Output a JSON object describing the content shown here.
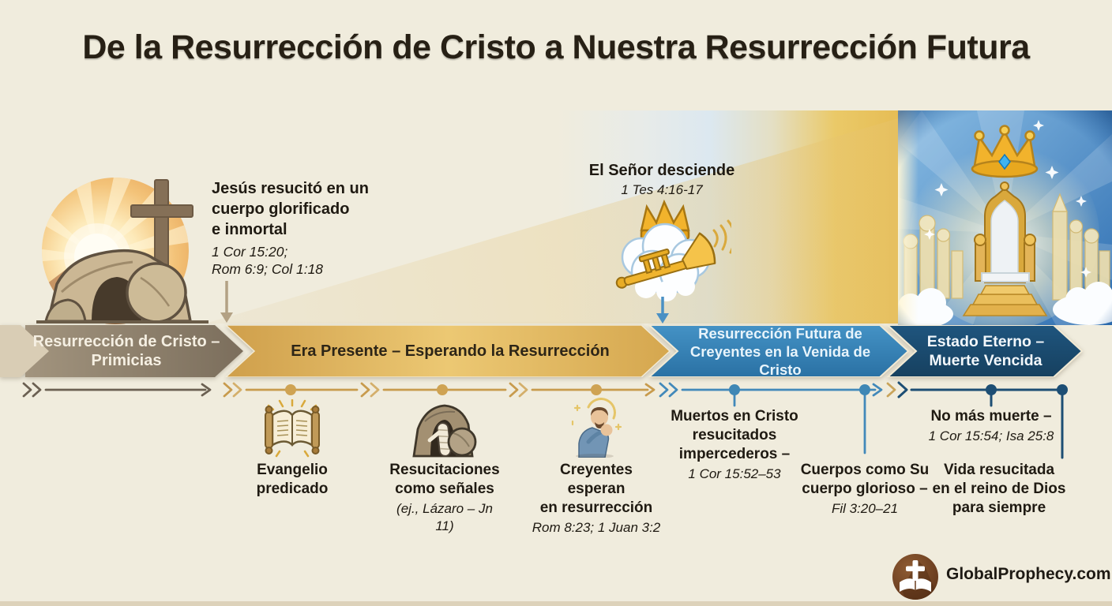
{
  "page": {
    "title": "De la Resurrección de Cristo a Nuestra Resurrección Futura",
    "brand": "GlobalProphecy.com"
  },
  "notes": {
    "resurrection": {
      "text": "Jesús resucitó en un\ncuerpo glorificado\ne inmortal",
      "refs": "1 Cor 15:20;\nRom 6:9; Col 1:18"
    },
    "descent": {
      "text": "El Señor desciende",
      "ref": "1 Tes 4:16-17"
    }
  },
  "banner": {
    "segments": [
      {
        "label": "Resurrección de Cristo –\nPrimicias",
        "color": "#8c7e6a",
        "text_color": "#f5efe2"
      },
      {
        "label": "Era Presente – Esperando la Resurrección",
        "color": "#dcae55",
        "text_color": "#2d2517"
      },
      {
        "label": "Resurrección Futura de\nCreyentes en la Venida de Cristo",
        "color": "#2f7fb7",
        "text_color": "#e8f4fb"
      },
      {
        "label": "Estado Eterno –\nMuerte Vencida",
        "color": "#1c4d74",
        "text_color": "#f2f7fb"
      }
    ]
  },
  "milestones": [
    {
      "title": "Evangelio\npredicado",
      "ref": "",
      "icon": "torah-scroll-icon"
    },
    {
      "title": "Resucitaciones\ncomo señales",
      "ref": "(ej., Lázaro – Jn 11)",
      "icon": "lazarus-tomb-icon"
    },
    {
      "title": "Creyentes esperan\nen resurrección",
      "ref": "Rom 8:23; 1 Juan 3:2",
      "icon": "praying-man-icon"
    },
    {
      "title": "Muertos en Cristo\nresucitados\nimpercederos –",
      "ref": "1 Cor 15:52–53",
      "icon": ""
    },
    {
      "title": "Cuerpos como Su\ncuerpo glorioso –",
      "ref": "Fil 3:20–21",
      "icon": ""
    },
    {
      "title": "No más muerte –",
      "ref": "1 Cor 15:54; Isa 25:8",
      "icon": ""
    },
    {
      "title": "Vida resucitada\nen el reino de Dios\npara siempre",
      "ref": "",
      "icon": ""
    }
  ],
  "illustrations": [
    "empty-tomb-sunrise-cross-icon",
    "crown-trumpet-cloud-icon",
    "heavenly-throne-city-crown-icon",
    "globalprophecy-logo-icon"
  ],
  "colors": {
    "background": "#f0ecdd",
    "segment_gray": "#8c7e6a",
    "segment_gold": "#dcae55",
    "segment_blue": "#2f7fb7",
    "segment_navy": "#1c4d74",
    "arrow_gray": "#6b6052",
    "arrow_gold": "#c89b4d",
    "arrow_blue": "#4289ba",
    "arrow_navy": "#1d4e74",
    "logo_brown": "#7a4a28",
    "title_text": "#272015"
  }
}
